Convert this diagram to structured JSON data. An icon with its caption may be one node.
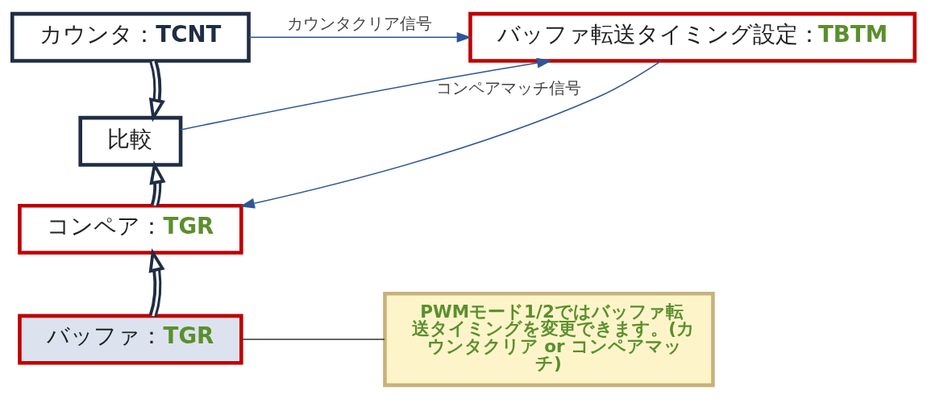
{
  "diagram": {
    "nodes": [
      {
        "text": [
          "カウンタ：**TCNT**"
        ]
      },
      {
        "text": [
          "比較"
        ]
      },
      {
        "text": [
          "バッファ転送タイミング設定：**TBTM**"
        ]
      },
      {
        "text": [
          "コンペア：**TGR**"
        ]
      },
      {
        "text": [
          "バッファ：**TGR**"
        ]
      },
      {
        "text": [
          "PWMモード1/2ではバッファ転送タイミングを変更できます。(カウンタクリア or コンペアマッチ)"
        ]
      }
    ],
    "edges": [
      {
        "from": 0,
        "to": 1,
        "arrow": "to",
        "style": "thick"
      },
      {
        "from": 0,
        "to": 2,
        "arrow": "to",
        "label": "カウンタクリア信号",
        "color": "#2f5597"
      },
      {
        "from": 1,
        "to": 2,
        "arrow": "to",
        "label": "コンペアマッチ信号",
        "color": "#2f5597"
      },
      {
        "from": 3,
        "to": 1,
        "arrow": "to",
        "style": "thick"
      },
      {
        "from": 2,
        "to": 3,
        "arrow": "to",
        "color": "#2f5597"
      },
      {
        "from": 4,
        "to": 3,
        "arrow": "to",
        "style": "thick"
      },
      {
        "from": 4,
        "to": 5,
        "arrow": "none",
        "color": "#333333"
      }
    ]
  }
}
